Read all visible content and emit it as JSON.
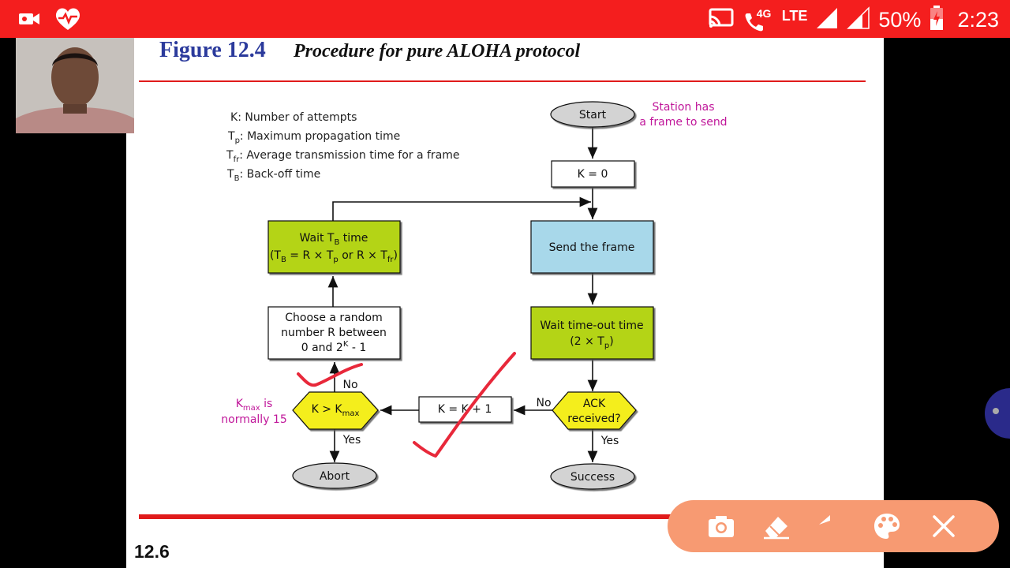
{
  "status_bar": {
    "signal_type": "4G",
    "network": "LTE",
    "battery": "50%",
    "time": "2:23",
    "icons": [
      "video-camera-icon",
      "heart-pulse-icon",
      "cast-icon",
      "wifi-calling-icon",
      "signal-icon",
      "signal-icon",
      "battery-charging-icon"
    ]
  },
  "slide": {
    "figure_label": "Figure 12.4",
    "title": "Procedure for pure ALOHA protocol",
    "page_number": "12.6",
    "legend": [
      {
        "sym": "K",
        "sub": "",
        "text": ": Number of attempts"
      },
      {
        "sym": "T",
        "sub": "p",
        "text": ": Maximum propagation time"
      },
      {
        "sym": "T",
        "sub": "fr",
        "text": ": Average transmission time for a frame"
      },
      {
        "sym": "T",
        "sub": "B",
        "text": ": Back-off time"
      }
    ],
    "flow": {
      "start": "Start",
      "start_note_1": "Station has",
      "start_note_2": "a frame to send",
      "init": "K = 0",
      "send": "Send the frame",
      "wait_timeout_1": "Wait time-out time",
      "wait_timeout_2_pre": "(2 × T",
      "wait_timeout_2_sub": "p",
      "wait_timeout_2_post": ")",
      "ack_1": "ACK",
      "ack_2": "received?",
      "no": "No",
      "yes": "Yes",
      "increment": "K = K + 1",
      "compare_k": "K > K",
      "compare_sub": "max",
      "kmax_note_k": "K",
      "kmax_note_sub": "max",
      "kmax_note_is": " is",
      "kmax_note_2": "normally 15",
      "abort": "Abort",
      "success": "Success",
      "random_1": "Choose a random",
      "random_2": "number R between",
      "random_3_pre": "0 and 2",
      "random_3_sup": "K",
      "random_3_post": " - 1",
      "waittb_1_pre": "Wait T",
      "waittb_1_sub": "B",
      "waittb_1_post": " time",
      "waittb_2_a": "(T",
      "waittb_2_b": "B",
      "waittb_2_c": " = R × T",
      "waittb_2_d": "p",
      "waittb_2_e": " or R × T",
      "waittb_2_f": "fr",
      "waittb_2_g": ")"
    }
  },
  "toolbar": {
    "tools": [
      "camera-icon",
      "eraser-icon",
      "undo-icon",
      "palette-icon",
      "close-icon"
    ]
  },
  "colors": {
    "status_bar": "#f41e1e",
    "title_blue": "#2b3a9c",
    "box_green": "#b4d414",
    "box_blue": "#a8d8ea",
    "diamond_yellow": "#f4ee1a",
    "oval_gray": "#d3d3d3",
    "annotation_magenta": "#c0179a",
    "toolbar": "#f79a72"
  }
}
